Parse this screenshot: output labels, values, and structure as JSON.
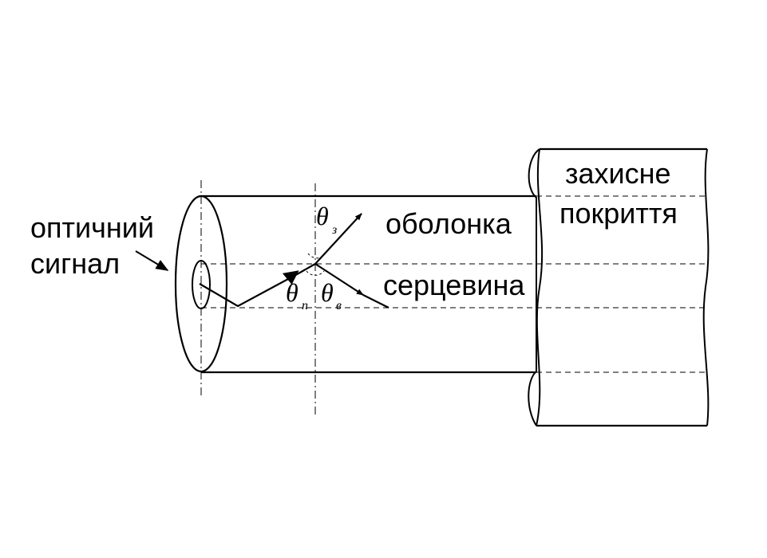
{
  "labels": {
    "signal_line1": "оптичний",
    "signal_line2": "сигнал",
    "cladding": "оболонка",
    "core": "серцевина",
    "coating_line1": "захисне",
    "coating_line2": "покриття"
  },
  "angles": {
    "incidence_symbol": "θ",
    "incidence_sub": "п",
    "reflection_symbol": "θ",
    "reflection_sub": "в",
    "refraction_symbol": "θ",
    "refraction_sub": "з"
  },
  "colors": {
    "stroke": "#000000",
    "background": "#ffffff"
  }
}
